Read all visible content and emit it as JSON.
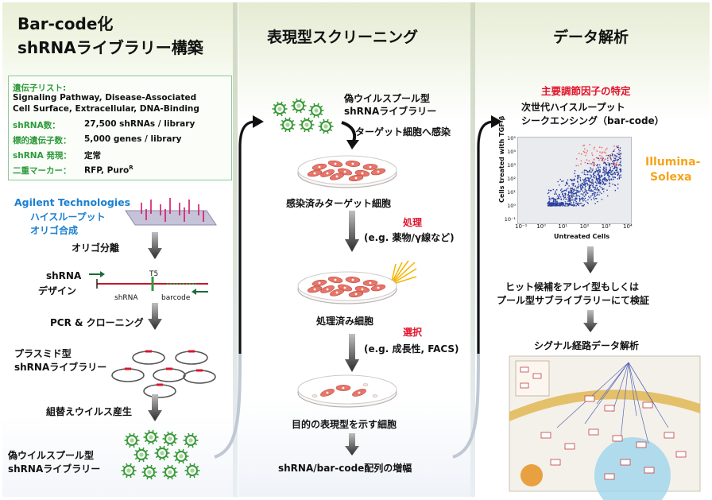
{
  "col1": {
    "title_line1": "Bar-code化",
    "title_line2": "shRNAライブラリー構築",
    "gene_list_label": "遺伝子リスト:",
    "gene_list_line1": "Signaling Pathway, Disease-Associated",
    "gene_list_line2": "Cell Surface, Extracellular, DNA-Binding",
    "rows": [
      {
        "key": "shRNA数：",
        "value": "27,500 shRNAs / library"
      },
      {
        "key": "標的遺伝子数：",
        "value": "5,000 genes / library"
      },
      {
        "key": "shRNA 発現：",
        "value": "定常"
      },
      {
        "key": "二重マーカー：",
        "value": "RFP, Puro"
      }
    ],
    "marker_sup": "R",
    "agilent_line1": "Agilent Technologies",
    "agilent_line2": "ハイスループット",
    "agilent_line3": "オリゴ合成",
    "step_oligo": "オリゴ分離",
    "shrna_design_line1": "shRNA",
    "shrna_design_line2": "デザイン",
    "t5_label": "T5",
    "shrna_label": "shRNA",
    "barcode_label": "barcode",
    "step_pcr": "PCR & クローニング",
    "plasmid_line1": "プラスミド型",
    "plasmid_line2": "shRNAライブラリー",
    "step_virus": "組替えウイルス産生",
    "pseudo_line1": "偽ウイルスプール型",
    "pseudo_line2": "shRNAライブラリー"
  },
  "col2": {
    "title": "表現型スクリーニング",
    "lib_line1": "偽ウイルスプール型",
    "lib_line2": "shRNAライブラリー",
    "infect": "ターゲット細胞へ感染",
    "infected": "感染済みターゲット細胞",
    "treat_label": "処理",
    "treat_eg": "(e.g. 薬物/γ線など)",
    "treated": "処理済み細胞",
    "select_label": "選択",
    "select_eg": "(e.g. 成長性, FACS)",
    "target_pheno": "目的の表現型を示す細胞",
    "amplify": "shRNA/bar-code配列の増幅"
  },
  "col3": {
    "title": "データ解析",
    "key_factor": "主要調節因子の特定",
    "ngs_line1": "次世代ハイスループット",
    "ngs_line2": "シークエンシング（bar-code）",
    "illumina_line1": "Illumina-",
    "illumina_line2": "Solexa",
    "hit_line1": "ヒット候補をアレイ型もしくは",
    "hit_line2": "プール型サブライブラリーにて検証",
    "pathway": "シグナル経路データ解析"
  },
  "chart_data": {
    "type": "scatter",
    "xlabel": "Untreated Cells",
    "ylabel": "Cells treated with TGF-β",
    "x_ticks": [
      "10⁻¹",
      "10⁰",
      "10¹",
      "10²",
      "10³",
      "10⁴"
    ],
    "y_ticks": [
      "10⁻¹",
      "10⁰",
      "10¹",
      "10²",
      "10³",
      "10⁴",
      "10⁵"
    ],
    "xlim": [
      0.1,
      10000
    ],
    "ylim": [
      0.1,
      100000
    ],
    "series": [
      {
        "color": "#2a3f9e"
      },
      {
        "color": "#ef6f6f"
      }
    ]
  },
  "colors": {
    "green": "#2e9a3c",
    "red": "#e0132b",
    "blue": "#1a7fd0",
    "orange": "#f5a31a",
    "scatter_blue": "#2a3f9e",
    "scatter_red": "#ef6f6f"
  }
}
